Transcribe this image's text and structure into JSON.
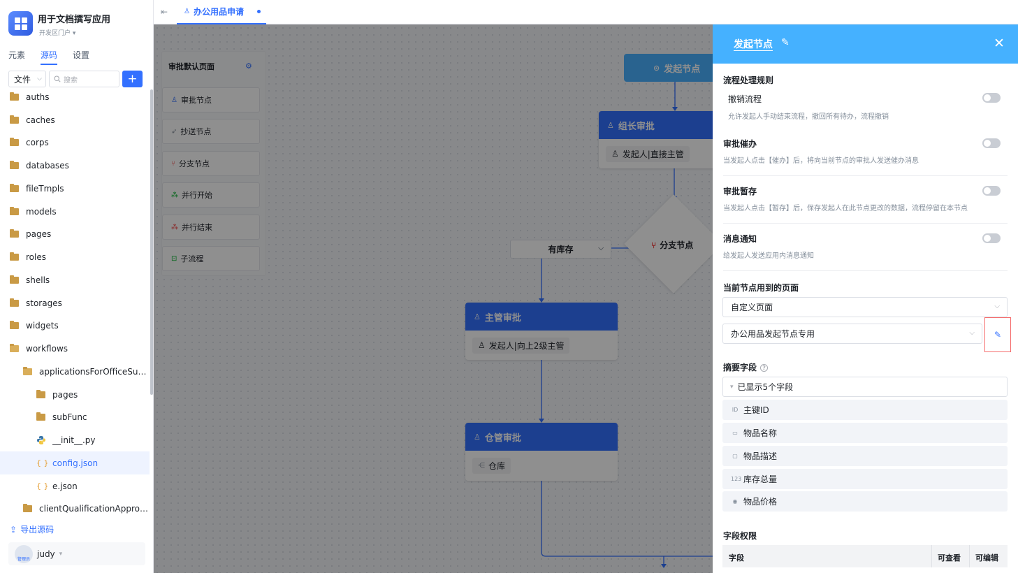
{
  "app": {
    "title": "用于文档撰写应用",
    "subtitle": "开发区门户"
  },
  "sidebar": {
    "tabs": [
      {
        "label": "元素"
      },
      {
        "label": "源码"
      },
      {
        "label": "设置"
      }
    ],
    "file_select": "文件",
    "search_placeholder": "搜索",
    "add_label": "+",
    "tree": [
      {
        "label": "auths"
      },
      {
        "label": "caches"
      },
      {
        "label": "corps"
      },
      {
        "label": "databases"
      },
      {
        "label": "fileTmpls"
      },
      {
        "label": "models"
      },
      {
        "label": "pages"
      },
      {
        "label": "roles"
      },
      {
        "label": "shells"
      },
      {
        "label": "storages"
      },
      {
        "label": "widgets"
      },
      {
        "label": "workflows"
      },
      {
        "label": "applicationsForOfficeSupp···"
      },
      {
        "label": "pages"
      },
      {
        "label": "subFunc"
      },
      {
        "label": "__init__.py"
      },
      {
        "label": "config.json"
      },
      {
        "label": "e.json"
      },
      {
        "label": "clientQualificationApproval"
      }
    ],
    "export_label": "导出源码",
    "user": {
      "name": "judy",
      "role_badge": "管理员"
    }
  },
  "topbar": {
    "tab_label": "办公用品申请"
  },
  "palette": {
    "title": "审批默认页面",
    "items": [
      {
        "label": "审批节点",
        "icon_color": "#3370ff"
      },
      {
        "label": "抄送节点",
        "icon_color": "#86909c"
      },
      {
        "label": "分支节点",
        "icon_color": "#f53f3f"
      },
      {
        "label": "并行开始",
        "icon_color": "#00b42a"
      },
      {
        "label": "并行结束",
        "icon_color": "#f53f3f"
      },
      {
        "label": "子流程",
        "icon_color": "#00b42a"
      }
    ]
  },
  "flow": {
    "start": "发起节点",
    "nodes": [
      {
        "title": "组长审批",
        "body": "发起人|直接主管"
      },
      {
        "title": "主管审批",
        "body": "发起人|向上2级主管"
      },
      {
        "title": "仓管审批",
        "body": "仓库"
      }
    ],
    "branch": "分支节点",
    "condition": "有库存"
  },
  "panel": {
    "title": "发起节点",
    "section1": "流程处理规则",
    "options": [
      {
        "label": "撤销流程",
        "desc": "允许发起人手动结束流程，撤回所有待办，流程撤销",
        "on": false
      },
      {
        "label": "审批催办",
        "desc": "当发起人点击【催办】后，将向当前节点的审批人发送催办消息",
        "on": false
      },
      {
        "label": "审批暂存",
        "desc": "当发起人点击【暂存】后，保存发起人在此节点更改的数据，流程停留在本节点",
        "on": false
      },
      {
        "label": "消息通知",
        "desc": "给发起人发送应用内消息通知",
        "on": false
      }
    ],
    "pages_title": "当前节点用到的页面",
    "page_type": "自定义页面",
    "page_name": "办公用品发起节点专用",
    "summary_title": "摘要字段",
    "summary_toggle": "已显示5个字段",
    "fields": [
      {
        "label": "主键ID",
        "icon": "ID"
      },
      {
        "label": "物品名称",
        "icon": "▭"
      },
      {
        "label": "物品描述",
        "icon": "▢"
      },
      {
        "label": "库存总量",
        "icon": "123"
      },
      {
        "label": "物品价格",
        "icon": "◉"
      }
    ],
    "perm_title": "字段权限",
    "perm_headers": {
      "field": "字段",
      "view": "可查看",
      "edit": "可编辑"
    }
  }
}
